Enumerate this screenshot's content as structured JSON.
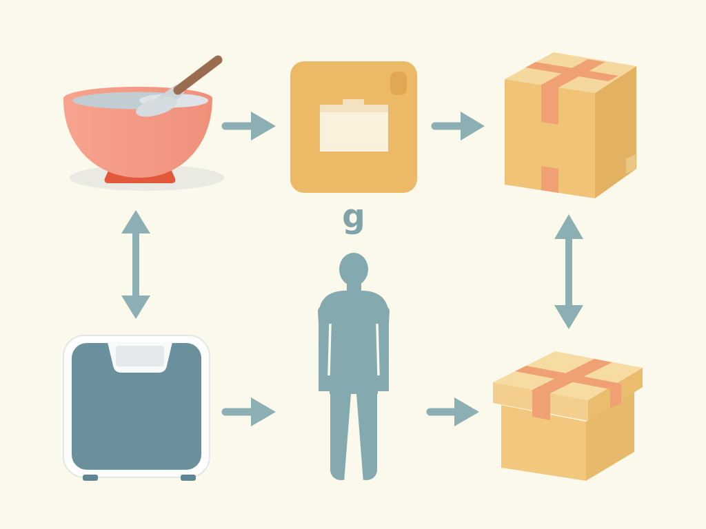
{
  "title": "weighing-and-packaging-flow-diagram",
  "unit_label": "g",
  "colors": {
    "background": "#FBF9EC",
    "arrow": "#8CAFB4",
    "figure": "#84A9AE",
    "label_text": "#7FA3A9",
    "shadow": "#EAEAE2",
    "bowl_light": "#F6A38E",
    "bowl_main": "#F0907B",
    "bowl_foot": "#E2583A",
    "bowl_inner": "#C2CCD3",
    "bowl_batter": "#DDE3E7",
    "spoon_handle": "#9A6C50",
    "spoon_blade": "#CBD5DA",
    "spoon_head": "#D4DCE0",
    "package": "#ECBA67",
    "package_stamp": "#E2A751",
    "package_label": "#FAF0DC",
    "package_label_strip": "#F3E2C1",
    "box_top": "#F5D89D",
    "box_front": "#F0C377",
    "box_side": "#E3B162",
    "box_side_label": "#ECC684",
    "lid_top": "#F6DCA3",
    "lid_skirt_front": "#F4CE8C",
    "lid_skirt_side": "#EABC6E",
    "lid_body_front": "#F2C87E",
    "lid_body_side": "#E7B96B",
    "tape": "#EFA173",
    "scale_body": "#FCFDFC",
    "scale_border": "#E2E7E1",
    "scale_platform": "#69909B",
    "scale_tab": "#F8F9F9",
    "scale_display": "#E6E9EB",
    "scale_feet": "#5F8793"
  },
  "diagram": {
    "nodes": [
      {
        "id": "mixing-bowl",
        "row": "top",
        "description": "mixing bowl with spoon"
      },
      {
        "id": "parcel",
        "row": "top",
        "description": "tan parcel with address label and stamp"
      },
      {
        "id": "sealed-box",
        "row": "top",
        "description": "cardboard cube box sealed with tape cross"
      },
      {
        "id": "scale",
        "row": "bottom",
        "description": "bathroom weight scale"
      },
      {
        "id": "person",
        "row": "bottom",
        "description": "standing person silhouette"
      },
      {
        "id": "lidded-box",
        "row": "bottom",
        "description": "lidded cardboard box tied with tape"
      }
    ],
    "edges": [
      {
        "from": "mixing-bowl",
        "to": "parcel",
        "type": "arrow-right"
      },
      {
        "from": "parcel",
        "to": "sealed-box",
        "type": "arrow-right"
      },
      {
        "from": "mixing-bowl",
        "to": "scale",
        "type": "double-arrow-vertical"
      },
      {
        "from": "sealed-box",
        "to": "lidded-box",
        "type": "double-arrow-vertical"
      },
      {
        "from": "scale",
        "to": "person",
        "type": "arrow-right"
      },
      {
        "from": "person",
        "to": "lidded-box",
        "type": "arrow-right"
      }
    ],
    "unit_annotation": {
      "text": "g",
      "attached_to": "parcel"
    }
  }
}
